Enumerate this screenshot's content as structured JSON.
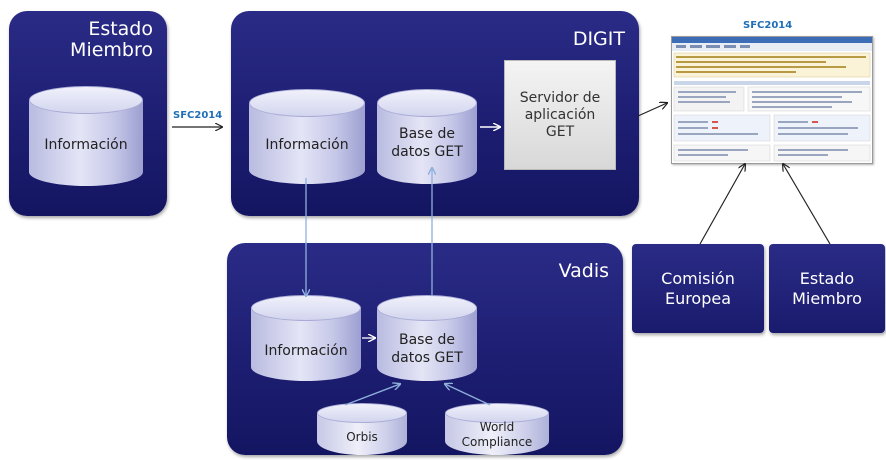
{
  "estado_miembro_box": {
    "title_line1": "Estado",
    "title_line2": "Miembro",
    "db_label": "Información"
  },
  "flow_label": "SFC2014",
  "digit": {
    "title": "DIGIT",
    "db1_label": "Información",
    "db2_line1": "Base de",
    "db2_line2": "datos GET",
    "server_line1": "Servidor de",
    "server_line2": "aplicación",
    "server_line3": "GET"
  },
  "vadis": {
    "title": "Vadis",
    "db1_label": "Información",
    "db2_line1": "Base de",
    "db2_line2": "datos GET",
    "src1": "Orbis",
    "src2_line1": "World",
    "src2_line2": "Compliance"
  },
  "sfc_screenshot": {
    "title": "SFC2014"
  },
  "users": {
    "comision_line1": "Comisión",
    "comision_line2": "Europea",
    "estado_line1": "Estado",
    "estado_line2": "Miembro"
  },
  "colors": {
    "box": "#1f2077",
    "cylinder": "#d3d5ee",
    "arrow_light": "#7f9fd0",
    "label_blue": "#1f6fb8"
  }
}
